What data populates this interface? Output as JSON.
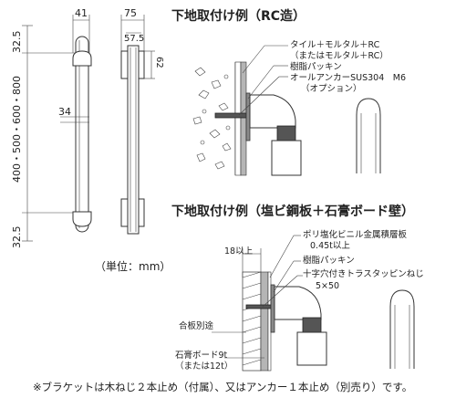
{
  "dimensions": {
    "top_width": "41",
    "front_width": "75",
    "inner_width": "57.5",
    "height_right": "62",
    "mid_gap": "34",
    "top_offset": "32.5",
    "span": "400・500・600・800",
    "bottom_offset": "32.5"
  },
  "unit_label": "（単位：mm）",
  "rc_section": {
    "title": "下地取付け例（RC造）",
    "labels": [
      "タイル＋モルタル＋RC",
      "（またはモルタル＋RC）",
      "樹脂パッキン",
      "オールアンカーSUS304　M6",
      "（オプション）"
    ]
  },
  "steel_section": {
    "title": "下地取付け例（塩ビ鋼板＋石膏ボード壁）",
    "labels": [
      "ポリ塩化ビニル金属積層板",
      "0.45t以上",
      "樹脂パッキン",
      "十字穴付きトラスタッピンねじ",
      "5×50"
    ],
    "dim_18": "18以上",
    "left_labels": [
      "合板別途",
      "石膏ボード9t",
      "（または12t）"
    ]
  },
  "footnote": "※ブラケットは木ねじ２本止め（付属）、又はアンカー１本止め（別売り）です。",
  "colors": {
    "line": "#333333",
    "wall_gray": "#8a8a8a",
    "dark_fill": "#555555"
  }
}
